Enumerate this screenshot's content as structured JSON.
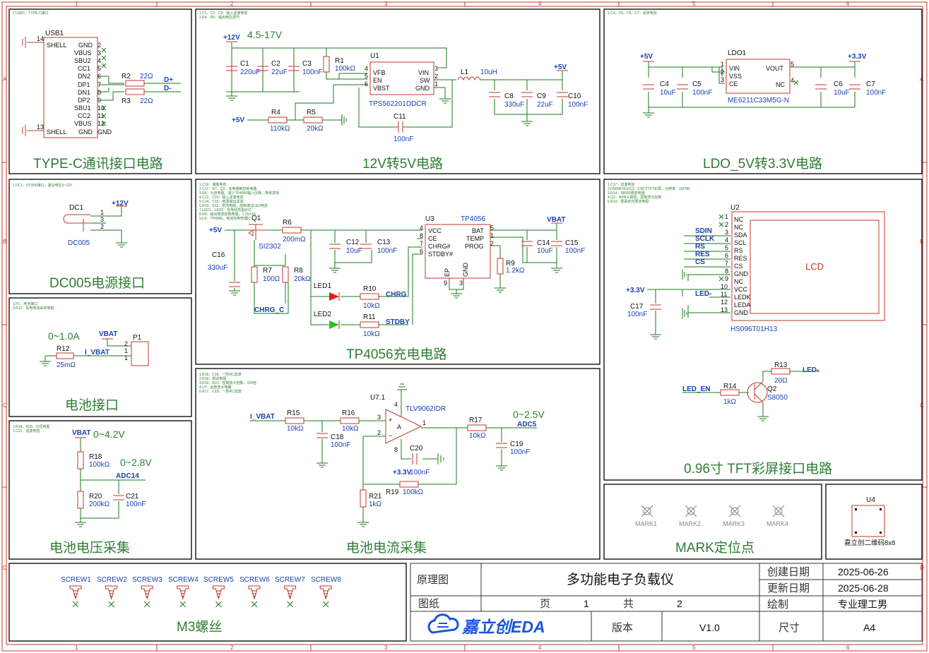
{
  "border": {
    "cols": [
      "1",
      "2",
      "3",
      "4",
      "5",
      "6"
    ],
    "rows": [
      "A",
      "B",
      "C",
      "D"
    ]
  },
  "blocks": {
    "typec": {
      "title": "TYPE-C通讯接口电路",
      "ref": "USB1",
      "left_pins": [
        "SHELL",
        "VBUS",
        "SBU2",
        "CC1",
        "DN2",
        "DP1",
        "DN1",
        "DP2",
        "SBU1",
        "CC2",
        "VBUS",
        "SHELL"
      ],
      "right_pins": [
        "GND",
        "2",
        "3",
        "4",
        "5",
        "6",
        "7",
        "8",
        "9",
        "10",
        "11",
        "12",
        "GND"
      ],
      "pin14": "14",
      "pin13": "13",
      "r2": "R2",
      "r2v": "22Ω",
      "r3": "R3",
      "r3v": "22Ω",
      "dplus": "D+",
      "dminus": "D-"
    },
    "buck": {
      "title": "12V转5V电路",
      "in_net": "+12V",
      "range": "4.5-17V",
      "c1": "C1",
      "c1v": "220uF",
      "c2": "C2",
      "c2v": "22uF",
      "c3": "C3",
      "c3v": "100nF",
      "r1": "R1",
      "r1v": "100kΩ",
      "u1": "U1",
      "u1part": "TPS562201DDCR",
      "u1_left": [
        "VFB",
        "EN",
        "VBST"
      ],
      "u1_leftnum": [
        "4",
        "5",
        "6"
      ],
      "u1_right": [
        "VIN",
        "SW",
        "GND"
      ],
      "u1_rightnum": [
        "3",
        "2",
        "1"
      ],
      "l1": "L1",
      "l1v": "10uH",
      "out_net": "+5V",
      "c8": "C8",
      "c8v": "330uF",
      "c9": "C9",
      "c9v": "22uF",
      "c10": "C10",
      "c10v": "100nF",
      "r4": "R4",
      "r4v": "110kΩ",
      "r5": "R5",
      "r5v": "20kΩ",
      "c11": "C11",
      "c11v": "100nF",
      "fb_net": "+5V"
    },
    "ldo": {
      "title": "LDO_5V转3.3V电路",
      "in_net": "+5V",
      "out_net": "+3.3V",
      "c4": "C4",
      "c4v": "10uF",
      "c5": "C5",
      "c5v": "100nF",
      "c6": "C6",
      "c6v": "10uF",
      "c7": "C7",
      "c7v": "100nF",
      "u": "LDO1",
      "part": "ME6211C33M5G-N",
      "left": [
        "VIN",
        "VSS",
        "CE"
      ],
      "leftnum": [
        "1",
        "2",
        "3"
      ],
      "right": [
        "VOUT",
        "NC"
      ],
      "rightnum": [
        "5",
        "4"
      ]
    },
    "dc005": {
      "title": "DC005电源接口",
      "ref": "DC1",
      "part": "DC005",
      "net": "+12V",
      "pins": [
        "1",
        "3",
        "2"
      ],
      "note": "1.DC1：DC005接口，建议电压9~12V"
    },
    "tp4056": {
      "title": "TP4056充电电路",
      "in_net": "+5V",
      "q1": "Q1",
      "q1part": "SI2302",
      "r6": "R6",
      "r6v": "200mΩ",
      "c16": "C16",
      "c16v": "330uF",
      "r7": "R7",
      "r7v": "100Ω",
      "r8": "R8",
      "r8v": "20kΩ",
      "chrg_c": "CHRG_C",
      "c12": "C12",
      "c12v": "10uF",
      "c13": "C13",
      "c13v": "100nF",
      "led1": "LED1",
      "led2": "LED2",
      "r10": "R10",
      "r10v": "10kΩ",
      "r11": "R11",
      "r11v": "10kΩ",
      "chrg": "CHRG",
      "stdby": "STDBY",
      "u3": "U3",
      "u3part": "TP4056",
      "left": [
        "VCC",
        "CE",
        "CHRG#",
        "STDBY#"
      ],
      "leftnum": [
        "4",
        "8",
        "7",
        "6"
      ],
      "right": [
        "BAT",
        "TEMP",
        "PROG"
      ],
      "rightnum": [
        "5",
        "1",
        "2"
      ],
      "bottom": [
        "EP",
        "GND"
      ],
      "bottomnum": [
        "9",
        "3"
      ],
      "vbat": "VBAT",
      "c14": "C14",
      "c14v": "10uF",
      "c15": "C15",
      "c15v": "100nF",
      "r9": "R9",
      "r9v": "1.2kΩ",
      "notes": [
        "1.C16：储能电容",
        "2.C17、R7、Q1：充电通断控制电路",
        "3.R6：分流电阻，减少TP4056输入压降，降低发热",
        "4.C12、C13：输入滤波电容",
        "5.C14、C15：电源输出滤波",
        "6.R10、R11：限流电阻，控制通过LED电流",
        "7.LED1、LED2：充电状态指示灯",
        "8.R9：输出电流控制电阻，1.2K=1A",
        "9.U3：TP4056，电池充电管理IC"
      ]
    },
    "battery": {
      "title": "电池接口",
      "range": "0~1.0A",
      "vbat": "VBAT",
      "r12": "R12",
      "r12v": "25mΩ",
      "ivbat": "I_VBAT",
      "p1": "P1",
      "pins": [
        "2",
        "1",
        "2",
        "1"
      ],
      "notes": [
        "1.P1：电池接口",
        "2.R12：充电电流采样电阻"
      ]
    },
    "vsense": {
      "title": "电池电压采集",
      "vbat": "VBAT",
      "range1": "0~4.2V",
      "range2": "0~2.8V",
      "r18": "R18",
      "r18v": "100kΩ",
      "r20": "R20",
      "r20v": "200kΩ",
      "c21": "C21",
      "c21v": "100nF",
      "adc": "ADC14",
      "notes": [
        "1.R18、R20：分压电阻",
        "2.C21：滤波电容"
      ]
    },
    "isense": {
      "title": "电池电流采集",
      "ivbat": "I_VBAT",
      "r15": "R15",
      "r15v": "10kΩ",
      "r16": "R16",
      "r16v": "10kΩ",
      "c18": "C18",
      "c18v": "100nF",
      "u7": "U7.1",
      "u7part": "TLV9062IDR",
      "pins": [
        "4",
        "3",
        "2",
        "1",
        "8"
      ],
      "r17": "R17",
      "r17v": "10kΩ",
      "range": "0~2.5V",
      "adc": "ADC5",
      "c19": "C19",
      "c19v": "100nF",
      "c20": "C20",
      "c20v": "100nF",
      "v33": "+3.3V",
      "r19": "R19",
      "r19v": "100kΩ",
      "r21": "R21",
      "r21v": "1kΩ",
      "notes": [
        "1.R15、C18：一阶RC滤波",
        "2.R16：限流电阻",
        "3.R19、R21：控制放大倍数，100倍",
        "4.U7：运放放大电路",
        "5.R17、C19：一阶RC滤波"
      ]
    },
    "tft": {
      "title": "0.96寸 TFT彩屏接口电路",
      "u2": "U2",
      "part": "HS096T01H13",
      "lcd": "LCD",
      "pins": [
        "NC",
        "NC",
        "SDA",
        "SCL",
        "RS",
        "RES",
        "CS",
        "GND",
        "NC",
        "VCC",
        "LEDK",
        "LEDA",
        "GND"
      ],
      "pinnum": [
        "1",
        "2",
        "3",
        "4",
        "5",
        "6",
        "7",
        "8",
        "9",
        "10",
        "11",
        "12",
        "13"
      ],
      "nets": [
        "SDIN",
        "SCLK",
        "RS",
        "RES",
        "CS"
      ],
      "v33": "+3.3V",
      "c17": "C17",
      "c17v": "100nF",
      "led_minus": "LED-",
      "r13": "R13",
      "r13v": "20Ω",
      "r14": "R14",
      "r14v": "1kΩ",
      "q2": "Q2",
      "q2part": "S8050",
      "led_en": "LED_EN",
      "notes": [
        "1.C17：滤波电容",
        "2.HS096T01H13：0.96寸TFT彩屏，分辨率：160*80",
        "3.R14：S8050限流电阻",
        "4.Q2：NPN三极管，屏幕背光控制",
        "5.R13：屏幕背光限流电阻"
      ]
    },
    "mark": {
      "title": "MARK定位点",
      "labels": [
        "MARK1",
        "MARK2",
        "MARK3",
        "MARK4"
      ]
    },
    "qr": {
      "ref": "U4",
      "label": "嘉立创二维码8x8"
    },
    "screws": {
      "title": "M3螺丝",
      "labels": [
        "SCREW1",
        "SCREW2",
        "SCREW3",
        "SCREW4",
        "SCREW5",
        "SCREW6",
        "SCREW7",
        "SCREW8"
      ]
    }
  },
  "titleblock": {
    "kind_label": "原理图",
    "project": "多功能电子负载仪",
    "create_label": "创建日期",
    "create_date": "2025-06-26",
    "update_label": "更新日期",
    "update_date": "2025-06-28",
    "sheet_label": "图纸",
    "page_label": "页",
    "page": "1",
    "total_label": "共",
    "total": "2",
    "draw_label": "绘制",
    "author": "专业理工男",
    "brand": "嘉立创EDA",
    "version_label": "版本",
    "version": "V1.0",
    "size_label": "尺寸",
    "size": "A4"
  },
  "colors": {
    "wire": "#1a7a1a",
    "component": "#c0392b",
    "net_label": "#1a3fb0",
    "title": "#2e7d32",
    "brand": "#1a56d6"
  }
}
